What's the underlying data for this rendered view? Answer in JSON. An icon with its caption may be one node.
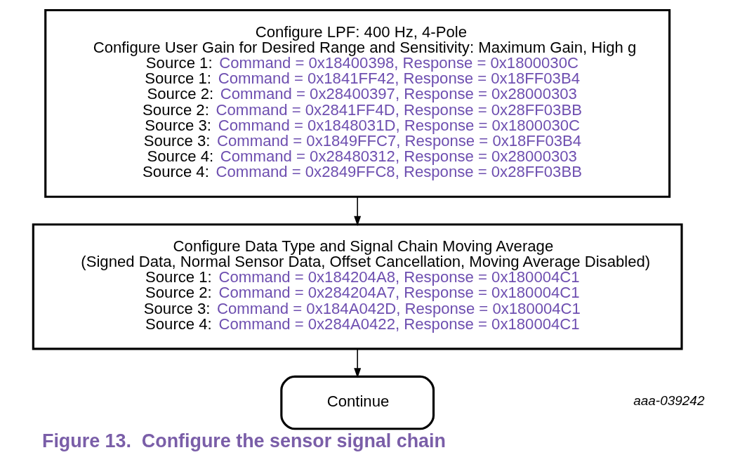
{
  "diagram": {
    "caption": "Figure 13.  Configure the sensor signal chain",
    "nodes": [
      {
        "text": [
          "Configure LPF: 400 Hz, 4-Pole",
          "Configure User Gain for Desired Range and Sensitivity: Maximum Gain, High g",
          "Source 1:  Command = 0x18400398, Response = 0x1800030C",
          "Source 1:  Command = 0x1841FF42, Response = 0x18FF03B4",
          "Source 2:  Command = 0x28400397, Response = 0x28000303",
          "Source 2:  Command = 0x2841FF4D, Response = 0x28FF03BB",
          "Source 3:  Command = 0x1848031D, Response = 0x1800030C",
          "Source 3:  Command = 0x1849FFC7, Response = 0x18FF03B4",
          "Source 4:  Command = 0x28480312, Response = 0x28000303",
          "Source 4:  Command = 0x2849FFC8, Response = 0x28FF03BB"
        ]
      },
      {
        "text": [
          "Configure Data Type and Signal Chain Moving Average",
          "(Signed Data, Normal Sensor Data, Offset Cancellation, Moving Average Disabled)",
          "Source 1:  Command = 0x184204A8, Response = 0x180004C1",
          "Source 2:  Command = 0x284204A7, Response = 0x180004C1",
          "Source 3:  Command = 0x184A042D, Response = 0x180004C1",
          "Source 4:  Command = 0x284A0422, Response = 0x180004C1"
        ]
      },
      {
        "text": [
          "Continue"
        ]
      }
    ],
    "edges": [
      {
        "from": 0,
        "to": 1,
        "arrow": "to"
      },
      {
        "from": 1,
        "to": 2,
        "arrow": "to"
      }
    ],
    "labels": [
      "aaa-039242"
    ]
  }
}
